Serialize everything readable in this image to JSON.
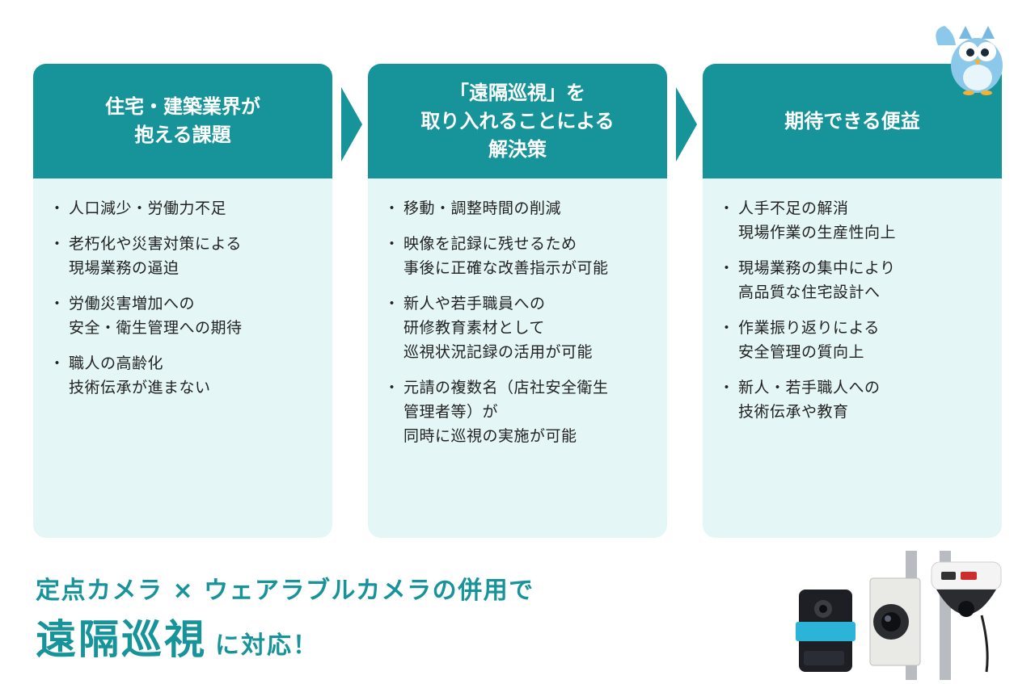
{
  "columns": [
    {
      "heading": "住宅・建築業界が\n抱える課題",
      "items": [
        "人口減少・労働力不足",
        "老朽化や災害対策による\n現場業務の逼迫",
        "労働災害増加への\n安全・衛生管理への期待",
        "職人の高齢化\n技術伝承が進まない"
      ]
    },
    {
      "heading": "「遠隔巡視」を\n取り入れることによる\n解決策",
      "items": [
        "移動・調整時間の削減",
        "映像を記録に残せるため\n事後に正確な改善指示が可能",
        "新人や若手職員への\n研修教育素材として\n巡視状況記録の活用が可能",
        "元請の複数名（店社安全衛生\n管理者等）が\n同時に巡視の実施が可能"
      ]
    },
    {
      "heading": "期待できる便益",
      "items": [
        "人手不足の解消\n現場作業の生産性向上",
        "現場業務の集中により\n高品質な住宅設計へ",
        "作業振り返りによる\n安全管理の質向上",
        "新人・若手職人への\n技術伝承や教育"
      ]
    }
  ],
  "footer": {
    "tagline": "定点カメラ × ウェアラブルカメラの併用で",
    "highlight": "遠隔巡視",
    "suffix": "に対応！"
  },
  "colors": {
    "accent": "#17939a",
    "card_bg": "#e4f6f6",
    "text": "#222222"
  },
  "icons": [
    "owl-mascot-icon",
    "wearable-camera-icon",
    "fixed-camera-icon",
    "dome-camera-icon"
  ]
}
